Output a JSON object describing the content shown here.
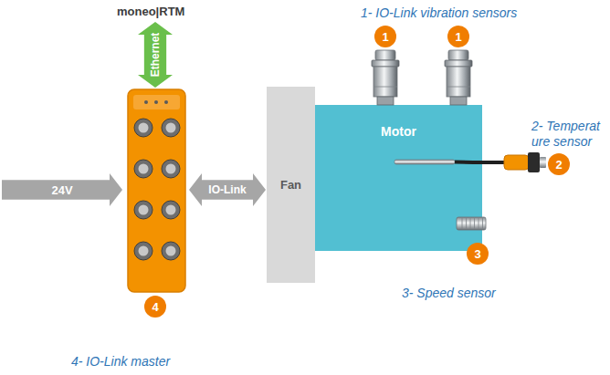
{
  "diagram": {
    "nodes": [
      {
        "text": [
          "Ethernet"
        ]
      },
      {
        "text": [
          "1"
        ]
      },
      {
        "text": [
          "1"
        ]
      },
      {
        "text": [
          "2"
        ]
      },
      {
        "text": [
          "24V"
        ]
      },
      {
        "text": [
          "IO-Link"
        ]
      },
      {
        "text": [
          "Fan"
        ]
      },
      {
        "text": [
          "Motor"
        ]
      },
      {
        "text": [
          "3"
        ]
      },
      {
        "text": [
          "4"
        ]
      }
    ],
    "labels": [
      "moneo|RTM",
      "1- IO-Link vibration sensors",
      "2- Temperat ure sensor",
      "3- Speed sensor",
      "4- IO-Link master"
    ]
  }
}
